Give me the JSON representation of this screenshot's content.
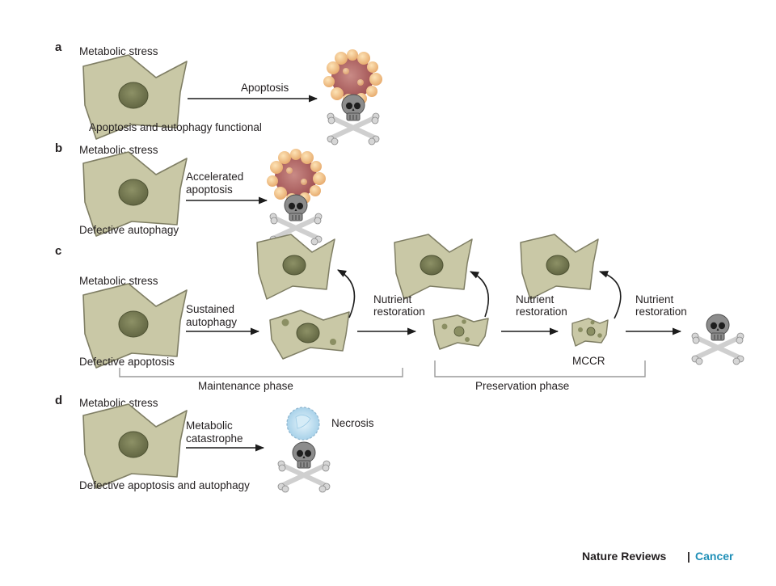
{
  "panels": {
    "a": {
      "letter": "a",
      "stress": "Metabolic stress",
      "arrow": "Apoptosis",
      "caption": "Apoptosis and autophagy functional"
    },
    "b": {
      "letter": "b",
      "stress": "Metabolic stress",
      "arrow_line1": "Accelerated",
      "arrow_line2": "apoptosis",
      "caption": "Defective autophagy"
    },
    "c": {
      "letter": "c",
      "stress": "Metabolic stress",
      "arrow_line1": "Sustained",
      "arrow_line2": "autophagy",
      "caption": "Defective apoptosis",
      "nutrient1_line1": "Nutrient",
      "nutrient1_line2": "restoration",
      "nutrient2_line1": "Nutrient",
      "nutrient2_line2": "restoration",
      "nutrient3_line1": "Nutrient",
      "nutrient3_line2": "restoration",
      "mccr": "MCCR",
      "phase1": "Maintenance phase",
      "phase2": "Preservation phase"
    },
    "d": {
      "letter": "d",
      "stress": "Metabolic stress",
      "arrow_line1": "Metabolic",
      "arrow_line2": "catastrophe",
      "necrosis": "Necrosis",
      "caption": "Defective apoptosis and autophagy"
    }
  },
  "footer": {
    "brand": "Nature Reviews",
    "separator": "|",
    "brand_section": "Cancer"
  },
  "colors": {
    "cell_fill": "#c9c8a6",
    "cell_stroke": "#7f7e64",
    "nucleus": "#7e8258",
    "apoptotic_blob": "#b15b5c",
    "apoptotic_bubble": "#f3c48f",
    "necrotic": "#bfe0f2",
    "skull": "#8c8c8c",
    "arrow": "#1c1c1c",
    "bracket": "#9a9a9a",
    "brand_cancer": "#1f8fb7"
  }
}
